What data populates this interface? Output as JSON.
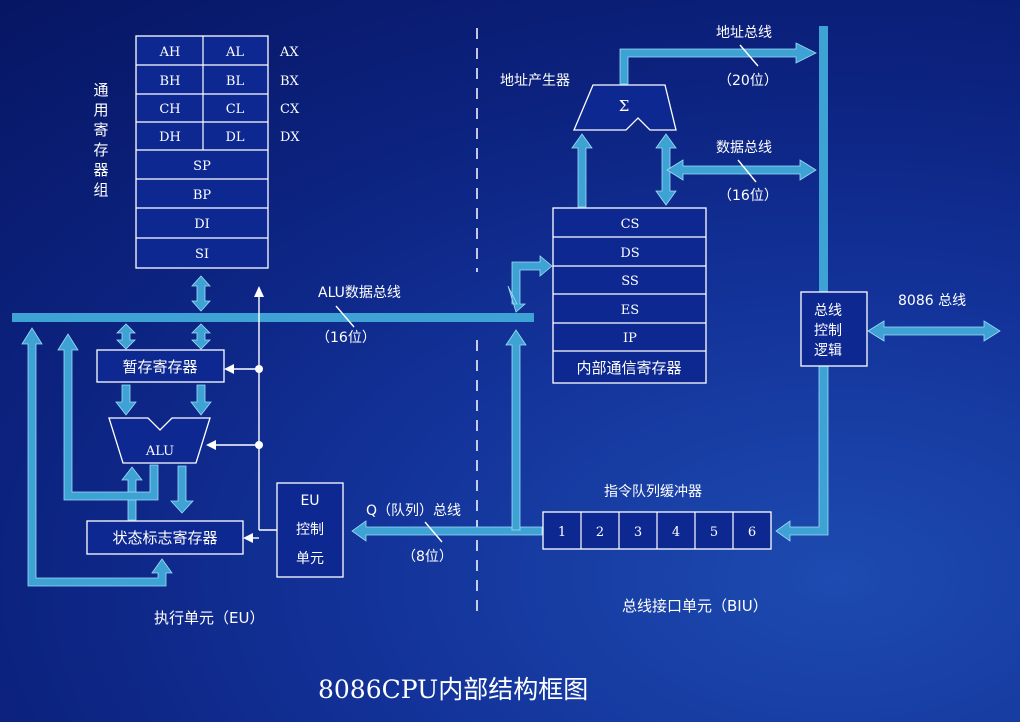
{
  "title": "8086CPU内部结构框图",
  "general_registers": {
    "label_chars": [
      "通",
      "用",
      "寄",
      "存",
      "器",
      "组"
    ],
    "pairs": [
      {
        "high": "AH",
        "low": "AL",
        "full": "AX"
      },
      {
        "high": "BH",
        "low": "BL",
        "full": "BX"
      },
      {
        "high": "CH",
        "low": "CL",
        "full": "CX"
      },
      {
        "high": "DH",
        "low": "DL",
        "full": "DX"
      }
    ],
    "pointers": [
      "SP",
      "BP",
      "DI",
      "SI"
    ]
  },
  "alu_bus": {
    "label": "ALU数据总线",
    "width": "（16位）"
  },
  "temp_register": "暂存寄存器",
  "alu": "ALU",
  "flags_register": "状态标志寄存器",
  "eu_control": {
    "lines": [
      "EU",
      "控制",
      "单元"
    ]
  },
  "q_bus": {
    "label": "Q（队列）总线",
    "width": "（8位）"
  },
  "eu_label": "执行单元（EU）",
  "address_generator": {
    "label": "地址产生器",
    "symbol": "Σ"
  },
  "address_bus": {
    "label": "地址总线",
    "width": "（20位）"
  },
  "data_bus": {
    "label": "数据总线",
    "width": "（16位）"
  },
  "segment_registers": {
    "items": [
      "CS",
      "DS",
      "SS",
      "ES",
      "IP"
    ],
    "caption": "内部通信寄存器"
  },
  "bus_control": {
    "lines": [
      "总线",
      "控制",
      "逻辑"
    ]
  },
  "system_bus": "8086 总线",
  "queue": {
    "label": "指令队列缓冲器",
    "slots": [
      "1",
      "2",
      "3",
      "4",
      "5",
      "6"
    ]
  },
  "biu_label": "总线接口单元（BIU）",
  "colors": {
    "bus": "#3fa2d4",
    "background": "#0c2380",
    "box_fill": "#0d2890",
    "line": "#ffffff"
  }
}
